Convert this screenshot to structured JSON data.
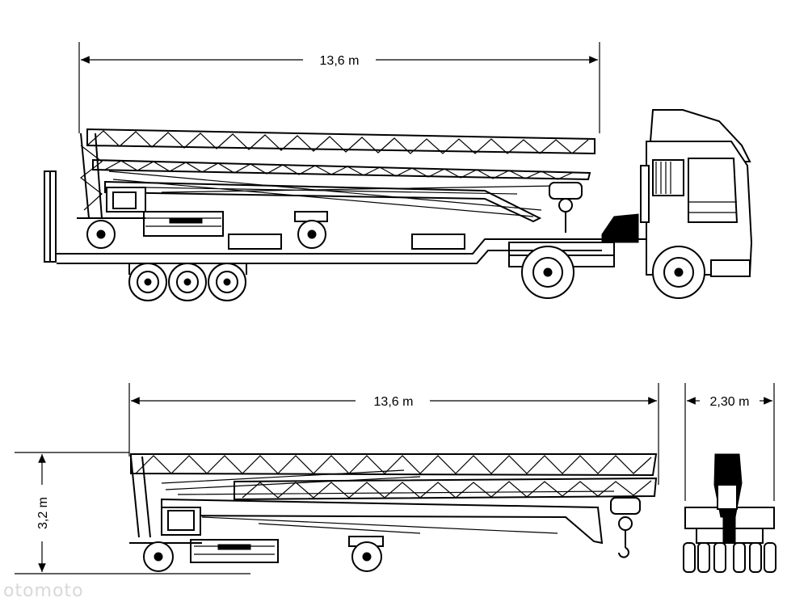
{
  "dimensions": {
    "transport_length_top": "13,6 m",
    "crane_length_side": "13,6 m",
    "crane_width_rear": "2,30 m",
    "crane_height_side": "3,2 m"
  },
  "watermark": "otomoto"
}
